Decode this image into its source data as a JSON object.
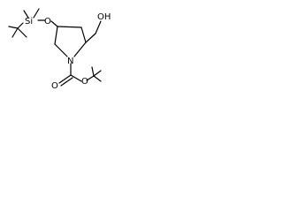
{
  "structure": {
    "atoms": {
      "silicon": "Si",
      "silyl_oxygen": "O",
      "hydroxyl": "OH",
      "ring_nitrogen": "N",
      "carbonyl_oxygen": "O",
      "ester_oxygen": "O"
    },
    "colors": {
      "ink": "#000000",
      "background": "#ffffff"
    }
  }
}
